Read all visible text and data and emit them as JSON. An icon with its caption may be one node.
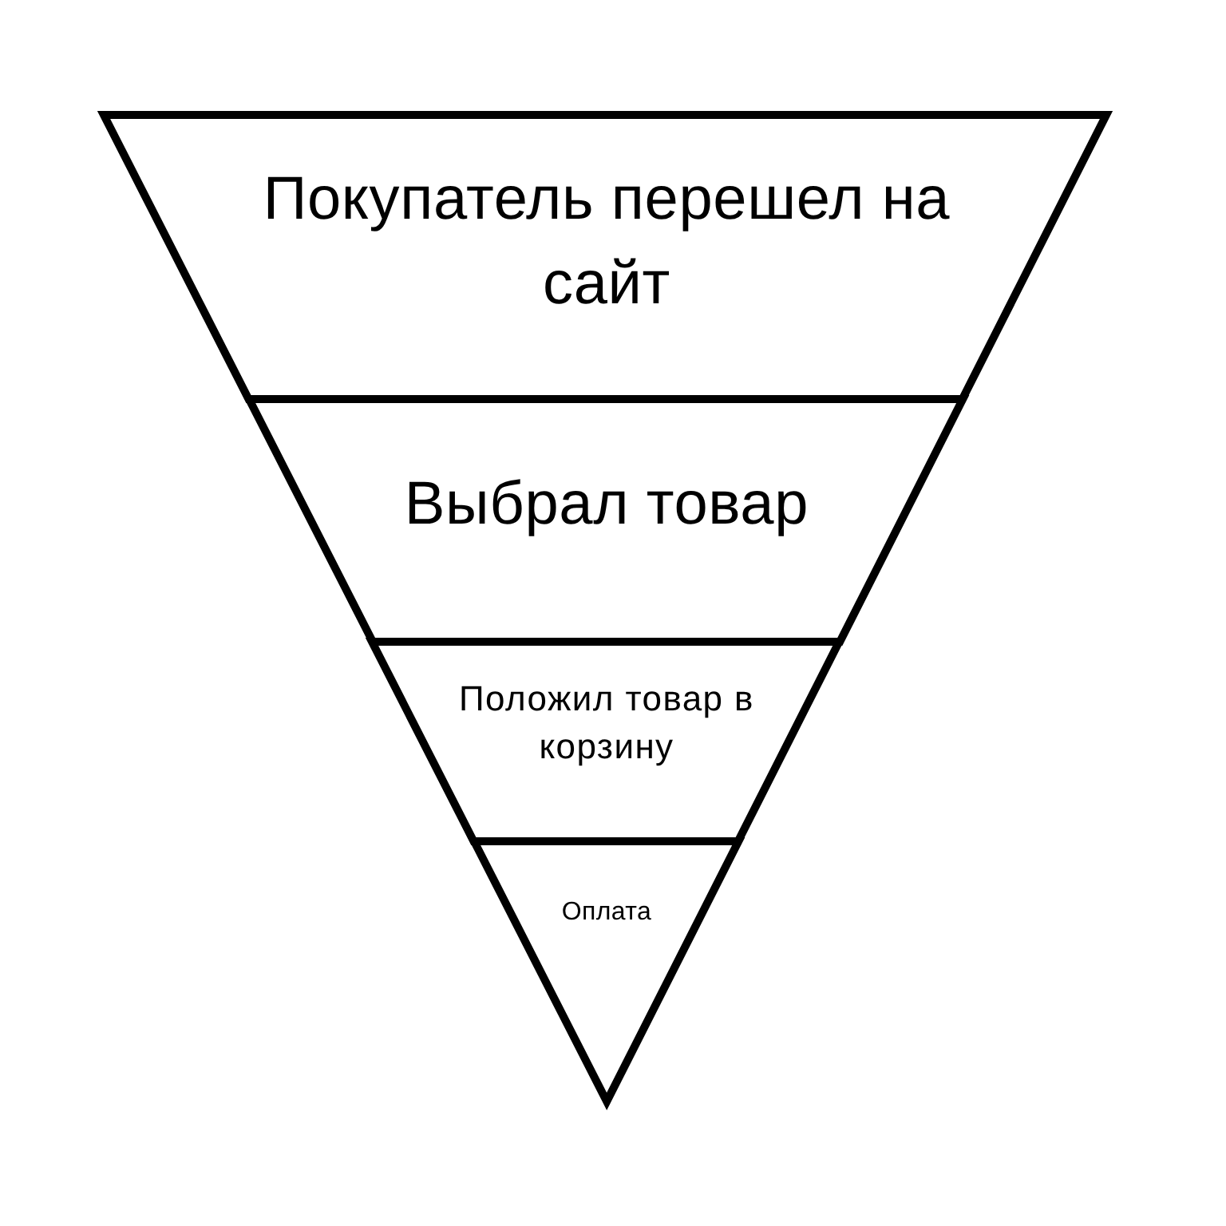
{
  "diagram": {
    "nodes": [
      {
        "text": [
          "Покупатель перешел на сайт"
        ]
      },
      {
        "text": [
          "Выбрал товар"
        ]
      },
      {
        "text": [
          "Положил товар в корзину"
        ]
      },
      {
        "text": [
          "Оплата"
        ]
      }
    ]
  }
}
